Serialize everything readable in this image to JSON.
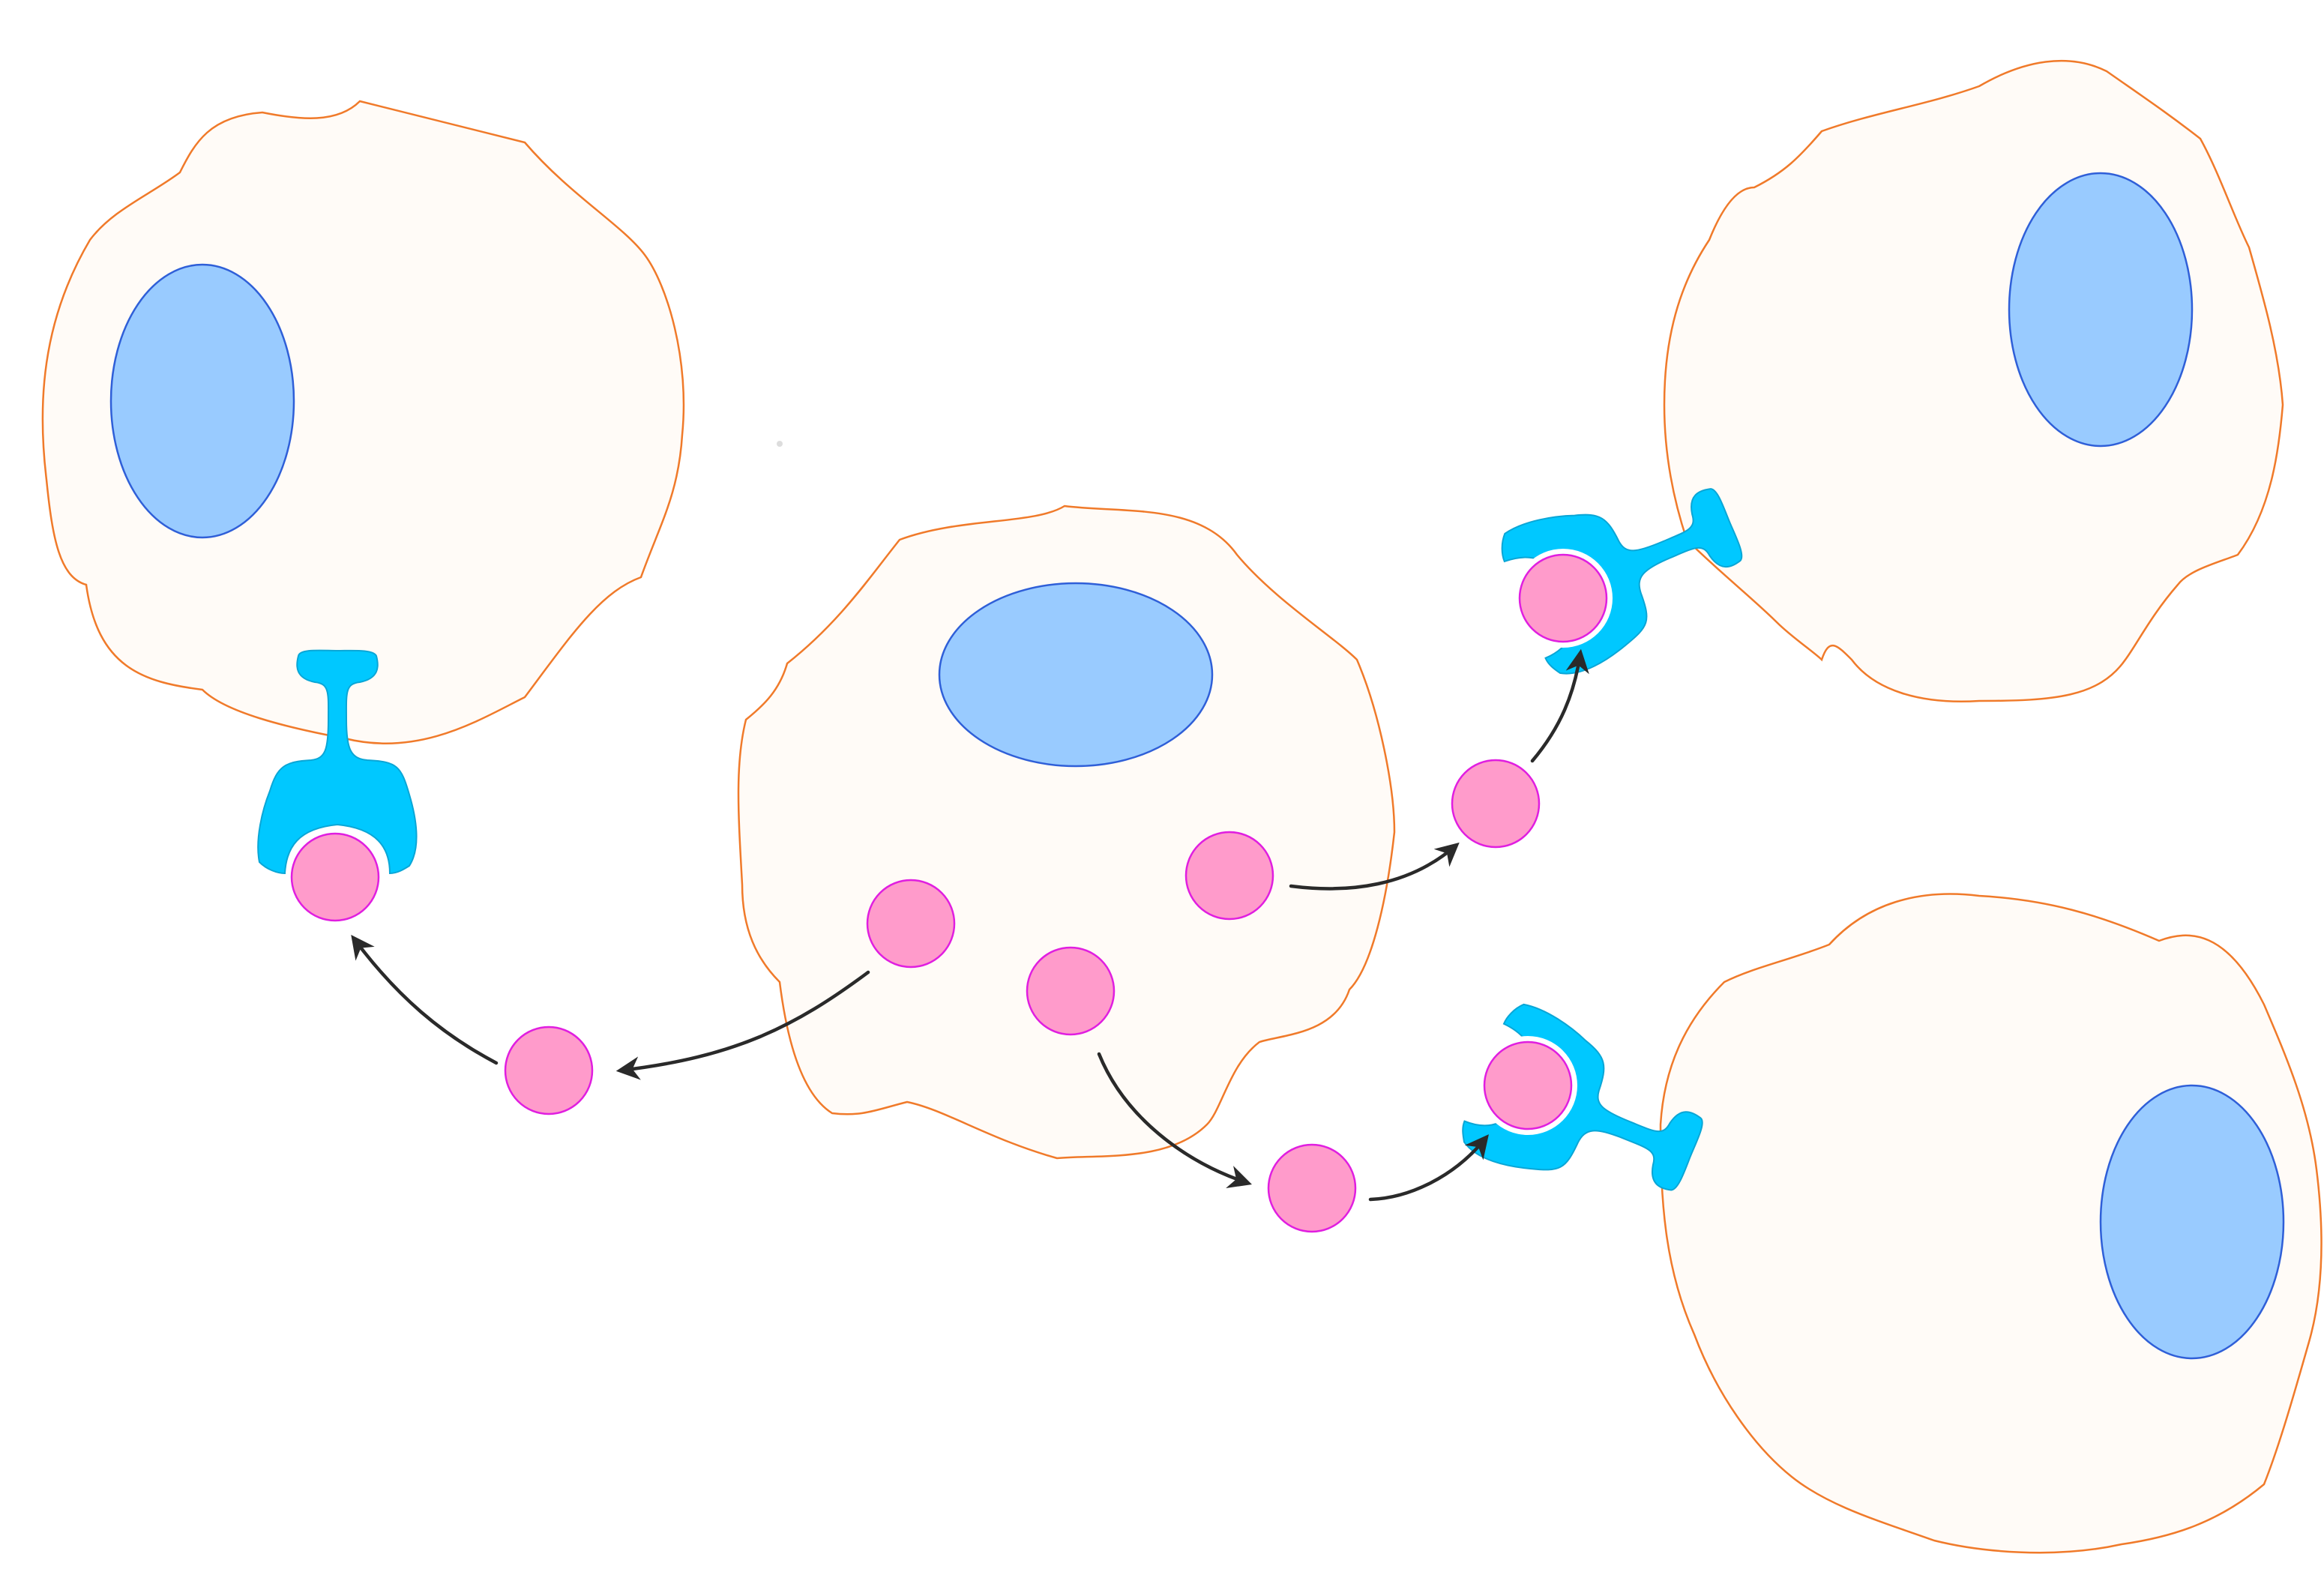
{
  "diagram": {
    "kind": "paracrine-signaling",
    "labels": [],
    "colors": {
      "background": "#ffffff",
      "cell_fill": "#fffbf7",
      "cell_outline": "#f07a2a",
      "nucleus_fill": "#99cbff",
      "nucleus_outline": "#2f5fd8",
      "receptor_fill": "#00c8ff",
      "receptor_outline": "#0aa6d6",
      "ligand_fill": "#ff9bcb",
      "ligand_outline": "#e01ee0",
      "arrow": "#2a2a2a"
    },
    "cells": [
      {
        "id": "signaling-cell",
        "role": "source"
      },
      {
        "id": "target-cell-top-left",
        "role": "target"
      },
      {
        "id": "target-cell-top-right",
        "role": "target"
      },
      {
        "id": "target-cell-bottom-right",
        "role": "target"
      }
    ],
    "ligand_count": 9,
    "receptor_count": 3,
    "arrow_count": 6
  }
}
